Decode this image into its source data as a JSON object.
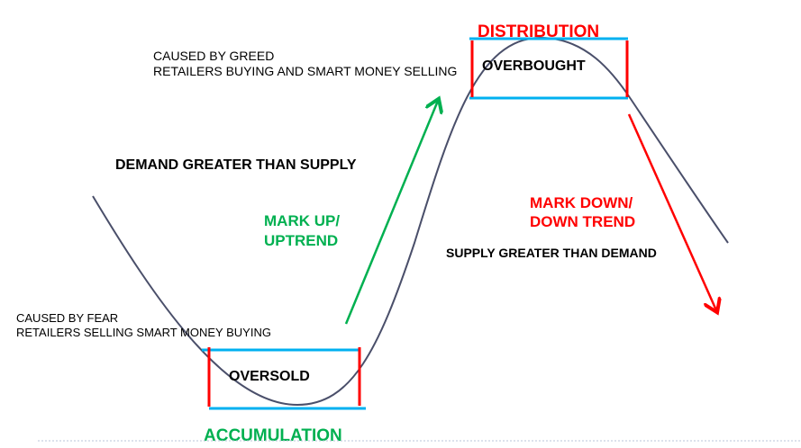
{
  "colors": {
    "curve": "#4a4f6a",
    "green": "#00b050",
    "red": "#ff0000",
    "blue": "#00b0f0",
    "text": "#000000"
  },
  "labels": {
    "greed_line1": "CAUSED BY GREED",
    "greed_line2": "RETAILERS BUYING AND SMART MONEY SELLING",
    "demand": "DEMAND GREATER THAN SUPPLY",
    "markup_line1": "MARK UP/",
    "markup_line2": "UPTREND",
    "distribution": "DISTRIBUTION",
    "overbought": "OVERBOUGHT",
    "markdown_line1": "MARK DOWN/",
    "markdown_line2": "DOWN TREND",
    "supply": "SUPPLY GREATER THAN DEMAND",
    "fear_line1": "CAUSED BY FEAR",
    "fear_line2": "RETAILERS SELLING SMART MONEY BUYING",
    "oversold": "OVERSOLD",
    "accumulation": "ACCUMULATION"
  }
}
